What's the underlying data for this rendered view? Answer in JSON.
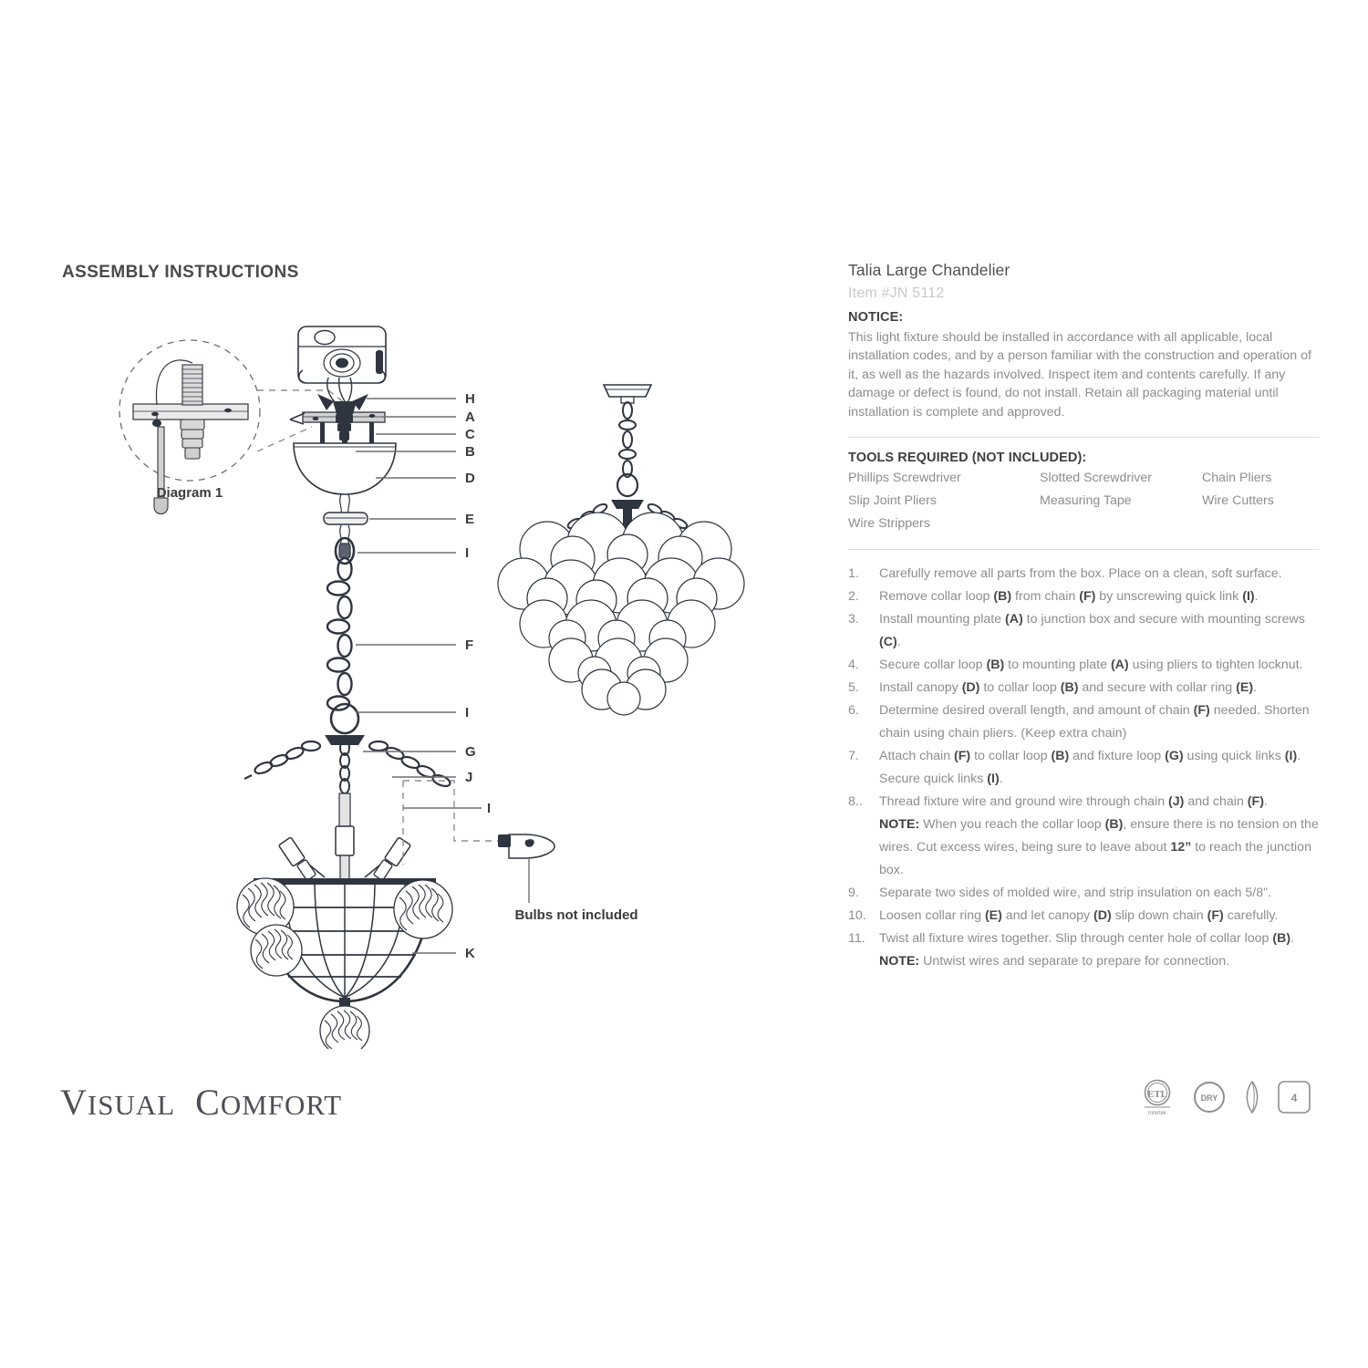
{
  "header": {
    "title": "ASSEMBLY INSTRUCTIONS"
  },
  "product": {
    "name": "Talia Large Chandelier",
    "item_number": "Item #JN 5112"
  },
  "notice": {
    "heading": "NOTICE:",
    "body": "This light fixture should be installed in accordance with all applicable, local installation codes, and by a person familiar with the construction and operation of it, as well as the hazards involved. Inspect item and contents carefully. If any damage or defect is found, do not install. Retain all packaging material until installation is complete and approved."
  },
  "tools": {
    "heading": "TOOLS REQUIRED (NOT INCLUDED):",
    "items": [
      "Phillips Screwdriver",
      "Slotted Screwdriver",
      "Chain Pliers",
      "Slip Joint Pliers",
      "Measuring Tape",
      "Wire Cutters",
      "Wire Strippers",
      "",
      ""
    ]
  },
  "steps": [
    {
      "num": "1.",
      "html": "Carefully remove all parts from the box. Place on a clean, soft surface."
    },
    {
      "num": "2.",
      "html": "Remove collar loop <b>(B)</b> from chain <b>(F)</b> by unscrewing quick link <b>(I)</b>."
    },
    {
      "num": "3.",
      "html": "Install mounting plate <b>(A)</b> to junction box and secure with mounting screws <b>(C)</b>."
    },
    {
      "num": "4.",
      "html": "Secure collar loop <b>(B)</b> to mounting plate <b>(A)</b> using pliers to tighten locknut."
    },
    {
      "num": "5.",
      "html": "Install canopy <b>(D)</b> to collar loop <b>(B)</b> and secure with collar ring <b>(E)</b>."
    },
    {
      "num": "6.",
      "html": "Determine desired overall length, and amount of chain <b>(F)</b> needed. Shorten chain using chain pliers. (Keep extra chain)"
    },
    {
      "num": "7.",
      "html": "Attach chain <b>(F)</b> to collar loop <b>(B)</b> and fixture loop <b>(G)</b> using quick links <b>(I)</b>. Secure quick links <b>(I)</b>."
    },
    {
      "num": "8..",
      "html": " Thread fixture wire and ground wire through chain <b>(J)</b> and chain <b>(F)</b>.<br><span class=\"note-lbl\">NOTE:</span> When you reach the collar loop <b>(B)</b>, ensure there is no tension on the wires. Cut excess wires, being sure to leave about <b>12&rdquo;</b> to reach the junction box."
    },
    {
      "num": "9.",
      "html": "Separate two sides of molded wire, and strip insulation on each 5/8&rdquo;."
    },
    {
      "num": "10.",
      "html": "Loosen collar ring <b>(E)</b> and let canopy <b>(D)</b> slip down chain <b>(F)</b> carefully."
    },
    {
      "num": "11.",
      "html": "Twist all fixture wires together. Slip through center hole of collar loop <b>(B)</b>.<br><span class=\"note-lbl\">NOTE:</span> Untwist wires and separate to prepare for connection."
    }
  ],
  "diagram": {
    "inset_caption": "Diagram 1",
    "bulbs_note": "Bulbs not included",
    "part_labels": [
      "H",
      "A",
      "C",
      "B",
      "D",
      "E",
      "I",
      "F",
      "I",
      "G",
      "J",
      "I",
      "K"
    ]
  },
  "footer": {
    "brand_word_1": "VISUAL",
    "brand_word_2": "COMFORT",
    "badges": [
      {
        "name": "etl-intertek-badge",
        "main": "ETL",
        "sub": "Intertek"
      },
      {
        "name": "dry-location-badge",
        "main": "DRY"
      },
      {
        "name": "candle-bulb-badge",
        "main": ""
      },
      {
        "name": "bulb-count-badge",
        "main": "4"
      }
    ]
  },
  "colors": {
    "ink": "#2f3540",
    "body_text": "#8d8d8d",
    "heading_text": "#3f3f3f",
    "muted": "#c9c9c9",
    "rule": "#dedede"
  }
}
